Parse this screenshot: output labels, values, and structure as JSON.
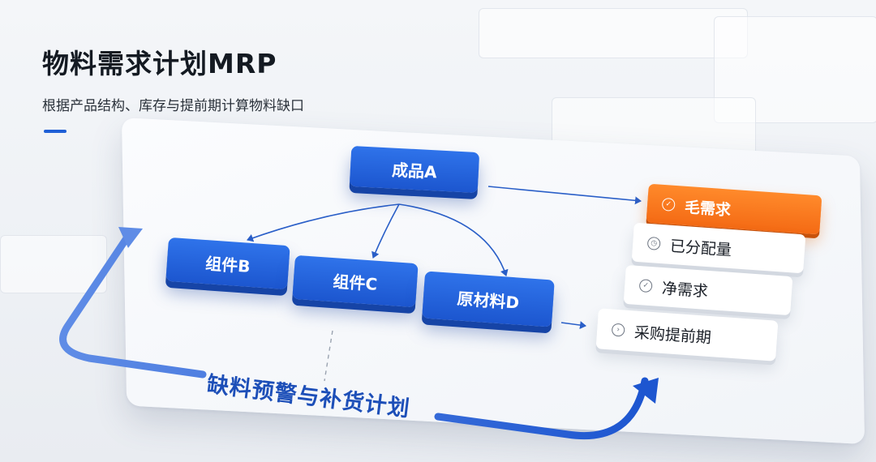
{
  "header": {
    "title": "物料需求计划MRP",
    "subtitle": "根据产品结构、库存与提前期计算物料缺口"
  },
  "bom": {
    "product": "成品A",
    "components": [
      "组件B",
      "组件C",
      "原材料D"
    ]
  },
  "calculation_steps": [
    {
      "label": "毛需求",
      "highlighted": true
    },
    {
      "label": "已分配量",
      "highlighted": false
    },
    {
      "label": "净需求",
      "highlighted": false
    },
    {
      "label": "采购提前期",
      "highlighted": false
    }
  ],
  "loop": {
    "label": "缺料预警与补货计划"
  },
  "colors": {
    "primary": "#1f5fd6",
    "accent": "#f46a14",
    "text": "#141a22"
  }
}
